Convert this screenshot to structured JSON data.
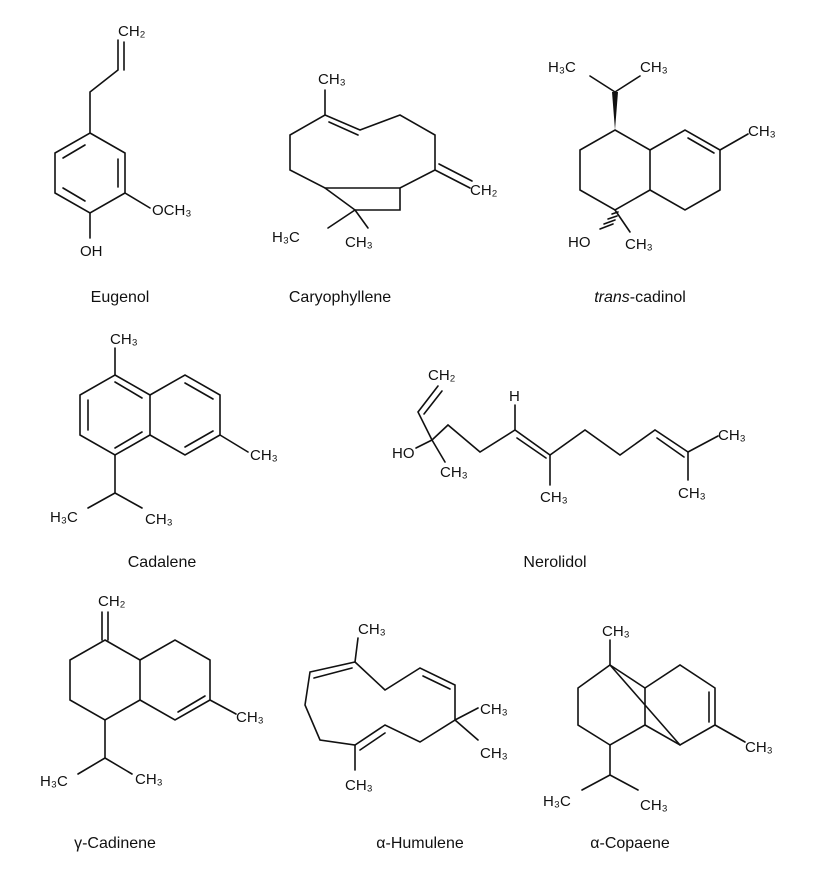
{
  "compounds": {
    "eugenol": {
      "name": "Eugenol",
      "labels": [
        "CH₂",
        "OCH₃",
        "OH"
      ]
    },
    "caryophyllene": {
      "name": "Caryophyllene",
      "labels": [
        "CH₃",
        "CH₂",
        "H₃C",
        "CH₃"
      ]
    },
    "trans_cadinol": {
      "name_prefix": "trans",
      "name_suffix": "-cadinol",
      "labels": [
        "H₃C",
        "CH₃",
        "CH₃",
        "HO",
        "CH₃"
      ]
    },
    "cadalene": {
      "name": "Cadalene",
      "labels": [
        "CH₃",
        "CH₃",
        "H₃C",
        "CH₃"
      ]
    },
    "nerolidol": {
      "name": "Nerolidol",
      "labels": [
        "CH₂",
        "H",
        "HO",
        "CH₃",
        "CH₃",
        "CH₃",
        "CH₃"
      ]
    },
    "gamma_cadinene": {
      "name": "γ-Cadinene",
      "labels": [
        "CH₂",
        "CH₃",
        "H₃C",
        "CH₃"
      ]
    },
    "alpha_humulene": {
      "name": "α-Humulene",
      "labels": [
        "CH₃",
        "CH₃",
        "CH₃",
        "CH₃"
      ]
    },
    "alpha_copaene": {
      "name": "α-Copaene",
      "labels": [
        "CH₃",
        "CH₃",
        "H₃C",
        "CH₃"
      ]
    }
  }
}
